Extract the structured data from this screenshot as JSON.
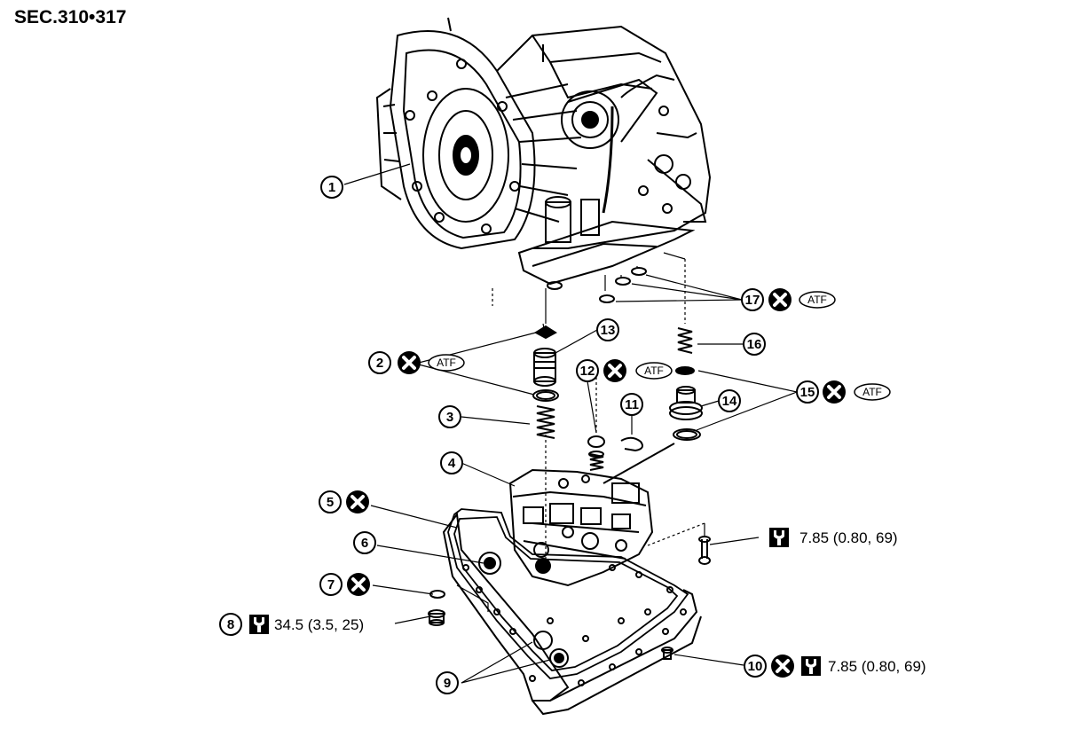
{
  "section_id": "SEC.310•317",
  "symbols": {
    "replace": "x-circle-icon",
    "fluid": "ATF",
    "torque": "torque-wrench-icon"
  },
  "callouts": [
    {
      "number": "1"
    },
    {
      "number": "2",
      "replace": true,
      "fluid": "ATF"
    },
    {
      "number": "3"
    },
    {
      "number": "4"
    },
    {
      "number": "5",
      "replace": true
    },
    {
      "number": "6"
    },
    {
      "number": "7",
      "replace": true
    },
    {
      "number": "8",
      "torque": "34.5 (3.5, 25)"
    },
    {
      "number": "9"
    },
    {
      "number": "10",
      "replace": true,
      "torque": "7.85 (0.80, 69)"
    },
    {
      "number": "11"
    },
    {
      "number": "12",
      "replace": true,
      "fluid": "ATF"
    },
    {
      "number": "13"
    },
    {
      "number": "14"
    },
    {
      "number": "15",
      "replace": true,
      "fluid": "ATF"
    },
    {
      "number": "16"
    },
    {
      "number": "17",
      "replace": true,
      "fluid": "ATF"
    }
  ],
  "bolt_torque": "7.85 (0.80, 69)"
}
